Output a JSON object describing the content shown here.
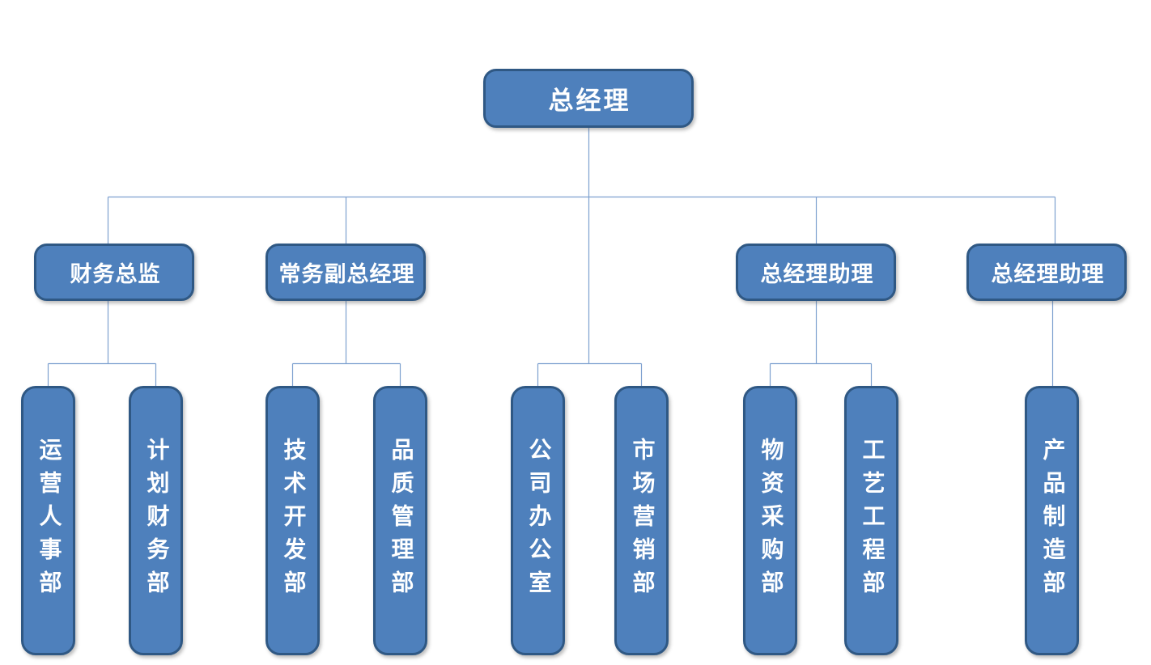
{
  "org_chart": {
    "root": {
      "label": "总经理"
    },
    "branches": [
      {
        "manager": {
          "label": "财务总监"
        },
        "departments": [
          {
            "label": "运营人事部"
          },
          {
            "label": "计划财务部"
          }
        ]
      },
      {
        "manager": {
          "label": "常务副总经理"
        },
        "departments": [
          {
            "label": "技术开发部"
          },
          {
            "label": "品质管理部"
          }
        ]
      },
      {
        "manager": null,
        "departments": [
          {
            "label": "公司办公室"
          },
          {
            "label": "市场营销部"
          }
        ]
      },
      {
        "manager": {
          "label": "总经理助理"
        },
        "departments": [
          {
            "label": "物资采购部"
          },
          {
            "label": "工艺工程部"
          }
        ]
      },
      {
        "manager": {
          "label": "总经理助理"
        },
        "departments": [
          {
            "label": "产品制造部"
          }
        ]
      }
    ]
  },
  "colors": {
    "node_fill": "#4e80bc",
    "node_border": "#2f5884",
    "node_text": "#ffffff",
    "connector": "#7da0cf",
    "background": "#ffffff"
  }
}
